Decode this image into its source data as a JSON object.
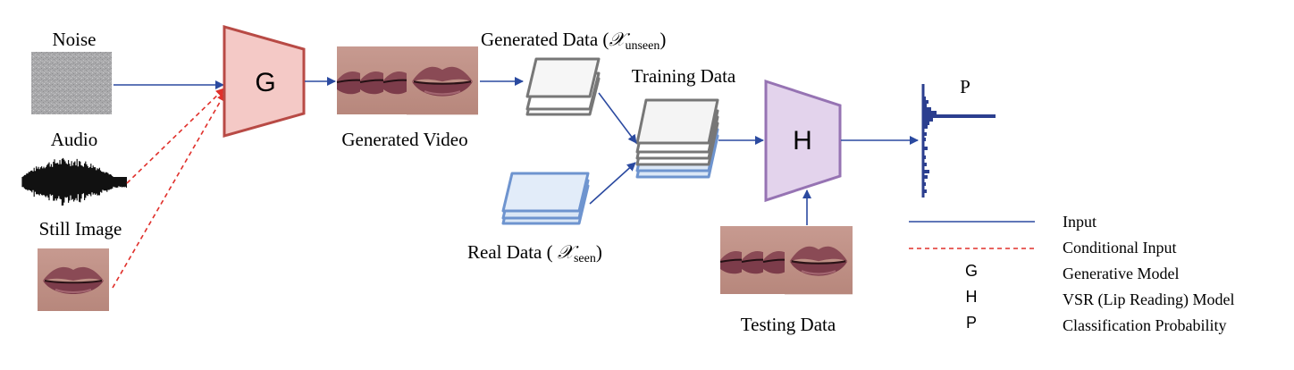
{
  "inputs": {
    "noise": "Noise",
    "audio": "Audio",
    "still_image": "Still Image"
  },
  "generator_label": "G",
  "generated_video": "Generated Video",
  "generated_data": {
    "prefix": "Generated Data (",
    "symbol": "𝒳",
    "subscript": "unseen",
    "suffix": ")"
  },
  "training_data": "Training Data",
  "real_data": {
    "prefix": "Real Data ( ",
    "symbol": "𝒳",
    "subscript": "seen",
    "suffix": ")"
  },
  "model_label": "H",
  "testing_data": "Testing Data",
  "probability_label": "P",
  "legend": {
    "input": "Input",
    "conditional_input": "Conditional Input",
    "g_key": "G",
    "g_desc": "Generative Model",
    "h_key": "H",
    "h_desc": "VSR (Lip Reading) Model",
    "p_key": "P",
    "p_desc": "Classification Probability"
  },
  "colors": {
    "arrow": "#2b4aa0",
    "conditional": "#e0302b",
    "generator_fill": "#f4c9c6",
    "generator_stroke": "#b84a45",
    "model_fill": "#e3d3ec",
    "model_stroke": "#9673b3",
    "real_data": "#dbe7f6",
    "histogram": "#2c3f8f"
  }
}
